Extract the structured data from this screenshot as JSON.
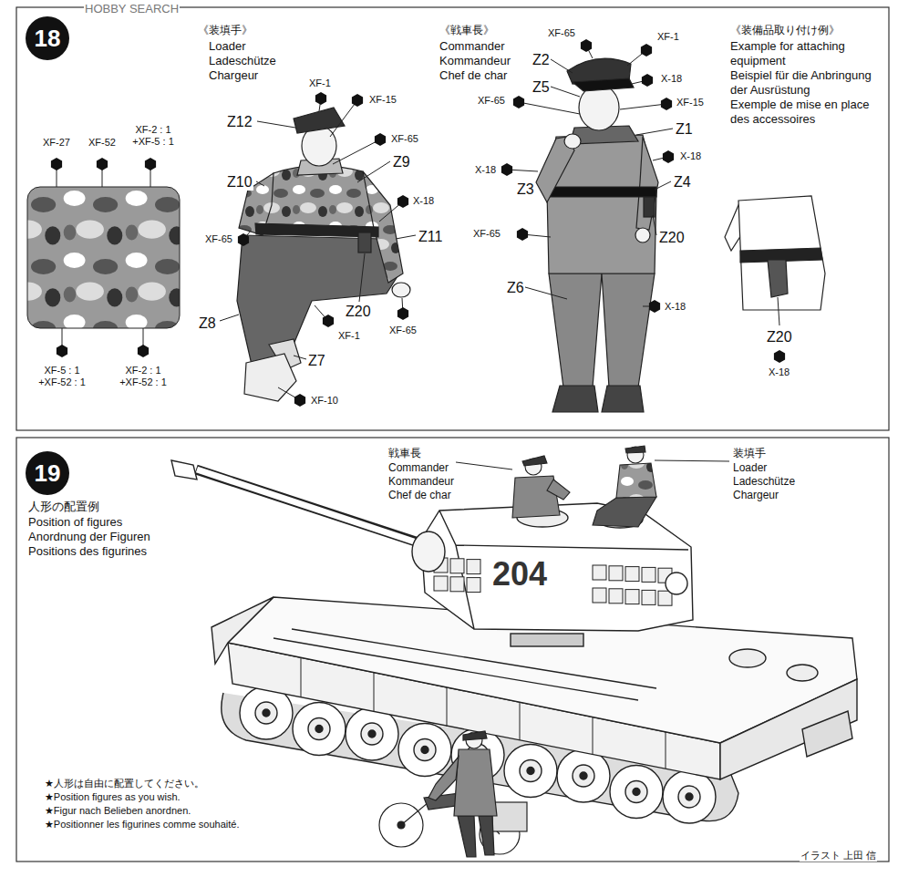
{
  "diagram": {
    "nodes": [
      {
        "text": [
          "18"
        ]
      },
      {
        "text": [
          "19"
        ]
      }
    ],
    "labels": [
      "HOBBY SEARCH",
      "《装填手》",
      "Loader",
      "Ladeschütze",
      "Chargeur",
      "XF-27",
      "XF-52",
      "XF-2 : 1 +XF-5 : 1",
      "XF-5 : 1 +XF-52 : 1",
      "XF-2 : 1 +XF-52 : 1",
      "XF-1",
      "XF-15",
      "Z12",
      "XF-65",
      "Z9",
      "Z10",
      "X-18",
      "XF-65",
      "Z11",
      "Z20",
      "XF-65",
      "Z8",
      "XF-1",
      "Z7",
      "XF-10",
      "《戦車長》",
      "Commander",
      "Kommandeur",
      "Chef de char",
      "XF-65",
      "XF-1",
      "Z2",
      "X-18",
      "Z5",
      "XF-15",
      "XF-65",
      "Z1",
      "X-18",
      "X-18",
      "Z3",
      "Z4",
      "XF-65",
      "Z20",
      "Z6",
      "X-18",
      "《装備品取り付け例》",
      "Example for attaching equipment",
      "Beispiel für die Anbringung der Ausrüstung",
      "Exemple de mise en place des accessoires",
      "Z20",
      "X-18",
      "人形の配置例",
      "Position of figures",
      "Anordnung der Figuren",
      "Positions des figurines",
      "戦車長",
      "Commander",
      "Kommandeur",
      "Chef de char",
      "装填手",
      "Loader",
      "Ladeschütze",
      "Chargeur",
      "204",
      "★人形は自由に配置してください。",
      "★Position figures as you wish.",
      "★Figur nach Belieben anordnen.",
      "★Positionner les figurines comme souhaité.",
      "イラスト 上田 信"
    ]
  }
}
